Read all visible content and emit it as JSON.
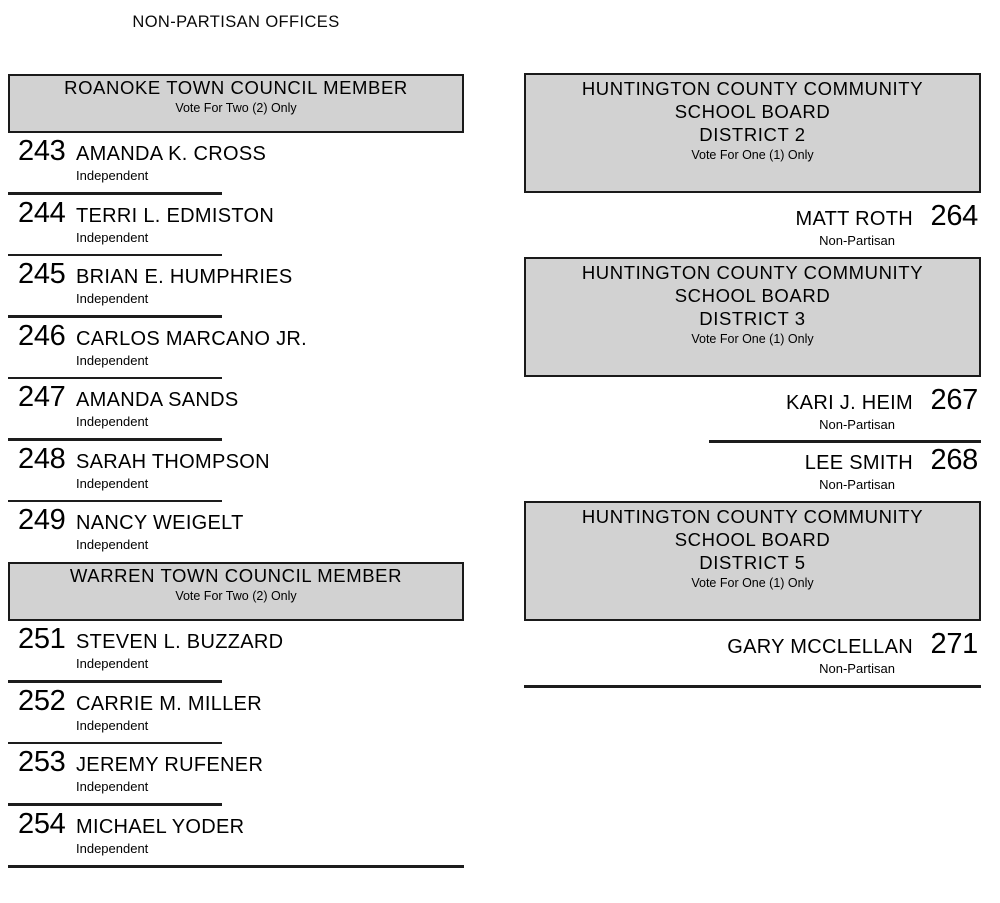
{
  "page": {
    "heading": "NON-PARTISAN OFFICES"
  },
  "colors": {
    "header_box_fill": "#d2d2d2",
    "header_box_border": "#1a1a1a",
    "rule": "#1d1d1d",
    "text": "#000000"
  },
  "left_column": {
    "contests": [
      {
        "title": "ROANOKE TOWN COUNCIL MEMBER",
        "instruction": "Vote For Two (2) Only",
        "candidates": [
          {
            "number": "243",
            "name": "AMANDA K. CROSS",
            "party": "Independent"
          },
          {
            "number": "244",
            "name": "TERRI L. EDMISTON",
            "party": "Independent"
          },
          {
            "number": "245",
            "name": "BRIAN E. HUMPHRIES",
            "party": "Independent"
          },
          {
            "number": "246",
            "name": "CARLOS MARCANO JR.",
            "party": "Independent"
          },
          {
            "number": "247",
            "name": "AMANDA SANDS",
            "party": "Independent"
          },
          {
            "number": "248",
            "name": "SARAH THOMPSON",
            "party": "Independent"
          },
          {
            "number": "249",
            "name": "NANCY WEIGELT",
            "party": "Independent"
          }
        ]
      },
      {
        "title": "WARREN TOWN COUNCIL MEMBER",
        "instruction": "Vote For Two (2) Only",
        "candidates": [
          {
            "number": "251",
            "name": "STEVEN L. BUZZARD",
            "party": "Independent"
          },
          {
            "number": "252",
            "name": "CARRIE M. MILLER",
            "party": "Independent"
          },
          {
            "number": "253",
            "name": "JEREMY RUFENER",
            "party": "Independent"
          },
          {
            "number": "254",
            "name": "MICHAEL YODER",
            "party": "Independent"
          }
        ]
      }
    ]
  },
  "right_column": {
    "contests": [
      {
        "title_lines": [
          "HUNTINGTON COUNTY COMMUNITY",
          "SCHOOL BOARD",
          "DISTRICT 2"
        ],
        "instruction": "Vote For One (1) Only",
        "candidates": [
          {
            "number": "264",
            "name": "MATT ROTH",
            "party": "Non-Partisan"
          }
        ]
      },
      {
        "title_lines": [
          "HUNTINGTON COUNTY COMMUNITY",
          "SCHOOL BOARD",
          "DISTRICT 3"
        ],
        "instruction": "Vote For One (1) Only",
        "candidates": [
          {
            "number": "267",
            "name": "KARI J. HEIM",
            "party": "Non-Partisan"
          },
          {
            "number": "268",
            "name": "LEE SMITH",
            "party": "Non-Partisan"
          }
        ]
      },
      {
        "title_lines": [
          "HUNTINGTON COUNTY COMMUNITY",
          "SCHOOL BOARD",
          "DISTRICT 5"
        ],
        "instruction": "Vote For One (1) Only",
        "candidates": [
          {
            "number": "271",
            "name": "GARY MCCLELLAN",
            "party": "Non-Partisan"
          }
        ]
      }
    ]
  }
}
